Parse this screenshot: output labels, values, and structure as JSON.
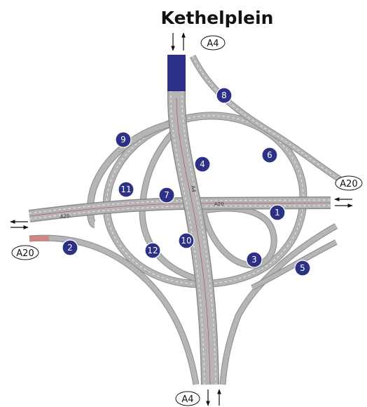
{
  "title": "Kethelplein",
  "road_labels": {
    "north": "A4",
    "south": "A4",
    "east": "A20",
    "west": "A20",
    "on_road_east": "A20",
    "on_road_west": "A20",
    "on_road_center": "A4"
  },
  "markers": [
    "1",
    "2",
    "3",
    "4",
    "5",
    "6",
    "7",
    "8",
    "9",
    "10",
    "11",
    "12"
  ],
  "colors": {
    "marker_fill": "#2d3186",
    "road": "#b5b5b5",
    "road_edge": "#8a8a8a",
    "median_highlight": "#2b2f8a",
    "hatch": "#d87a7a"
  },
  "icons": [
    "arrow-up-icon",
    "arrow-down-icon",
    "arrow-left-icon",
    "arrow-right-icon"
  ]
}
